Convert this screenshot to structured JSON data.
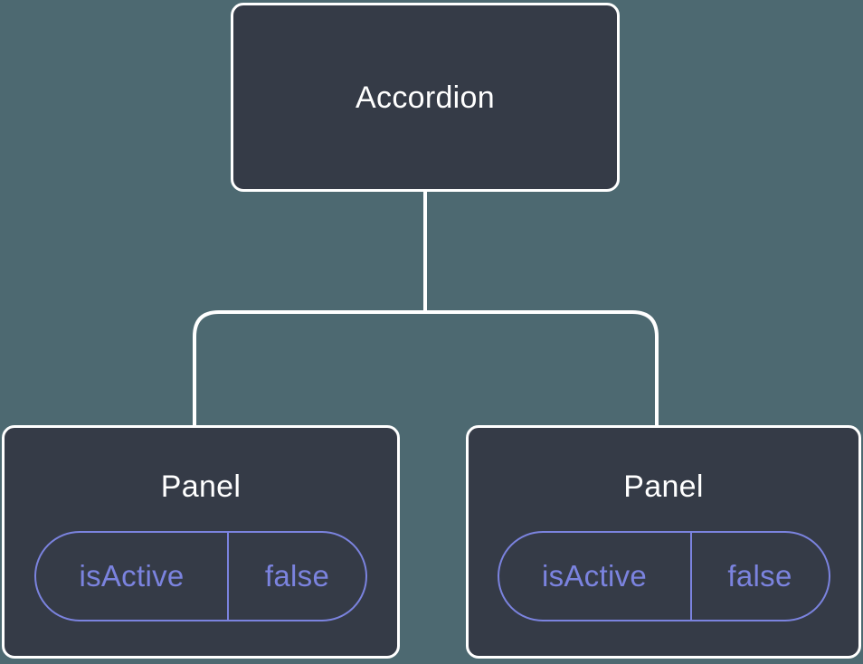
{
  "diagram": {
    "type": "component-tree",
    "root": {
      "label": "Accordion"
    },
    "children": [
      {
        "label": "Panel",
        "state": {
          "key": "isActive",
          "value": "false"
        }
      },
      {
        "label": "Panel",
        "state": {
          "key": "isActive",
          "value": "false"
        }
      }
    ],
    "colors": {
      "background": "#4d6971",
      "node_fill": "#353b47",
      "node_border": "#ffffff",
      "text": "#ffffff",
      "state_accent": "#7b83df",
      "connector": "#ffffff"
    }
  }
}
